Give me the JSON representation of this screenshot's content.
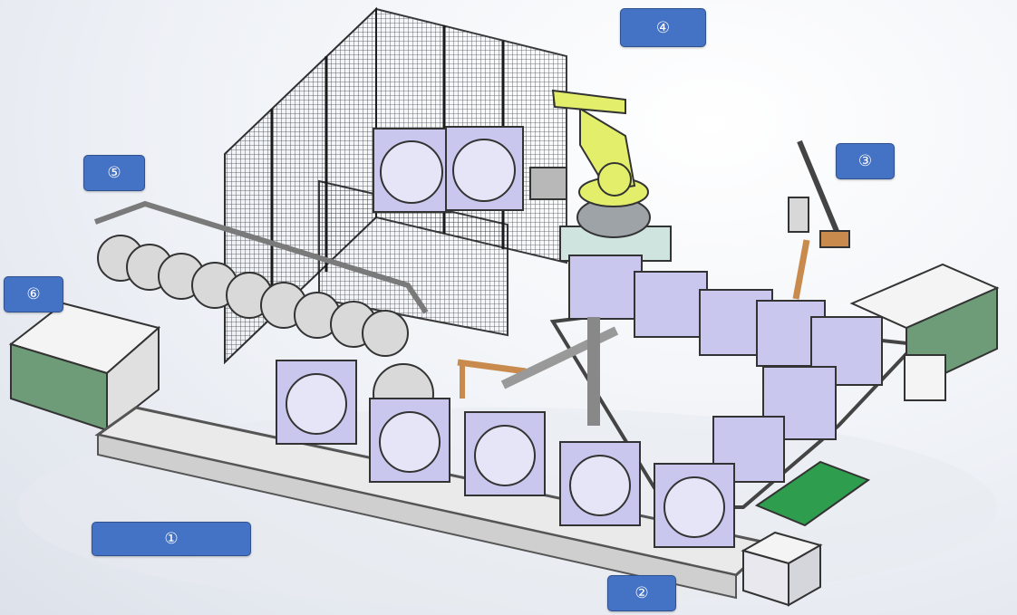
{
  "callouts": {
    "c1": "①",
    "c2": "②",
    "c3": "③",
    "c4": "④",
    "c5": "⑤",
    "c6": "⑥"
  },
  "colors": {
    "callout_fill": "#4472c4",
    "callout_border": "#2f528f",
    "callout_text": "#ffffff",
    "frame": "#3d3d3d",
    "box_fill": "#c9c7ee",
    "tray_green": "#2e9e4e",
    "robot_yellow": "#e3ef6a",
    "machine_green": "#6e9c78",
    "arm_orange": "#c98a4d"
  }
}
